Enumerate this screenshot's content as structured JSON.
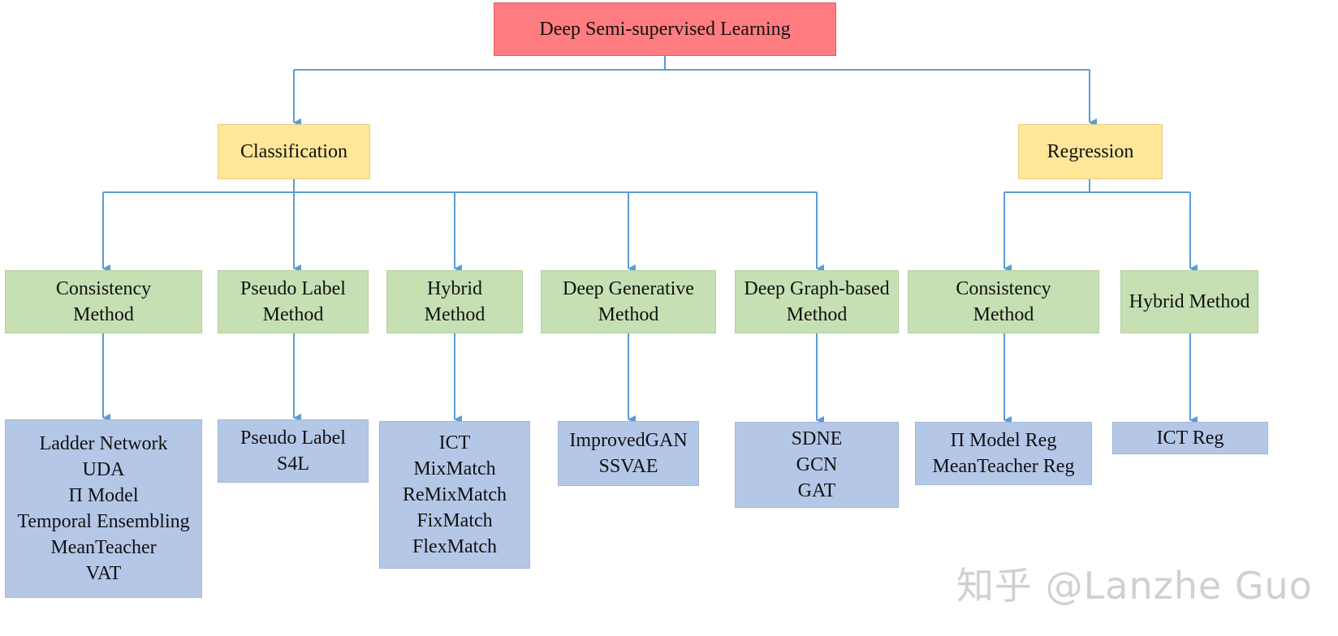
{
  "root": {
    "label": "Deep Semi-supervised Learning",
    "color": "#ff7c80"
  },
  "classification": {
    "label": "Classification",
    "methods": [
      {
        "label": [
          "Consistency",
          "Method"
        ],
        "examples": [
          "Ladder Network",
          "UDA",
          "Π  Model",
          "Temporal Ensembling",
          "MeanTeacher",
          "VAT"
        ]
      },
      {
        "label": [
          "Pseudo Label",
          "Method"
        ],
        "examples": [
          "Pseudo Label",
          "S4L"
        ]
      },
      {
        "label": [
          "Hybrid",
          "Method"
        ],
        "examples": [
          "ICT",
          "MixMatch",
          "ReMixMatch",
          "FixMatch",
          "FlexMatch"
        ]
      },
      {
        "label": [
          "Deep Generative",
          "Method"
        ],
        "examples": [
          "ImprovedGAN",
          "SSVAE"
        ]
      },
      {
        "label": [
          "Deep Graph-based",
          "Method"
        ],
        "examples": [
          "SDNE",
          "GCN",
          "GAT"
        ]
      }
    ]
  },
  "regression": {
    "label": "Regression",
    "methods": [
      {
        "label": [
          "Consistency",
          "Method"
        ],
        "examples": [
          "Π  Model Reg",
          "MeanTeacher Reg"
        ]
      },
      {
        "label": [
          "Hybrid Method"
        ],
        "examples": [
          "ICT Reg"
        ]
      }
    ]
  },
  "watermark": "知乎 @Lanzhe Guo",
  "colors": {
    "root": "#ff7c80",
    "category": "#ffe699",
    "method": "#c6e0b4",
    "example": "#b4c7e7",
    "connector": "#5b9bd5"
  }
}
